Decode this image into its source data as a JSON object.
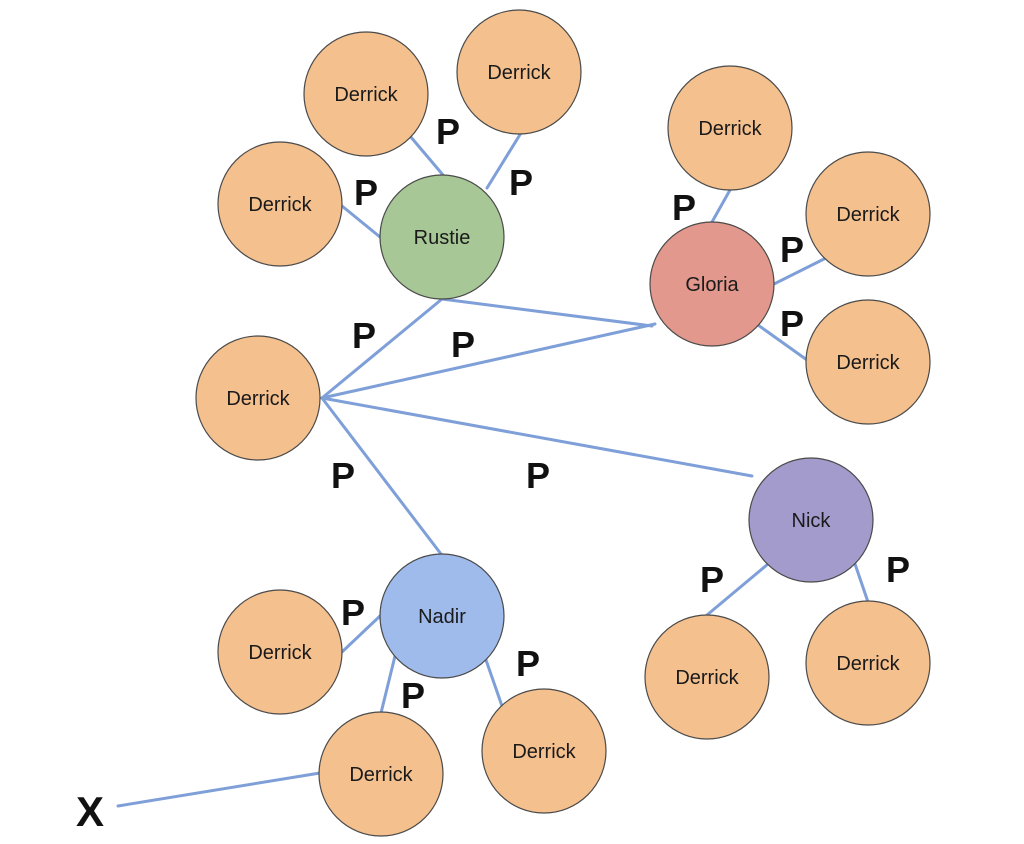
{
  "colors": {
    "edge": "#7f9fd8",
    "stroke": "#4a4a4a",
    "derrick": "#f4c08e",
    "rustie": "#a7c796",
    "gloria": "#e2988c",
    "nick": "#a49bcd",
    "nadir": "#9fbbec"
  },
  "nodes": [
    {
      "id": "derrick-center",
      "label": "Derrick",
      "kind": "derrick"
    },
    {
      "id": "rustie",
      "label": "Rustie",
      "kind": "rustie"
    },
    {
      "id": "gloria",
      "label": "Gloria",
      "kind": "gloria"
    },
    {
      "id": "nick",
      "label": "Nick",
      "kind": "nick"
    },
    {
      "id": "nadir",
      "label": "Nadir",
      "kind": "nadir"
    },
    {
      "id": "rustie-d1",
      "label": "Derrick",
      "kind": "derrick"
    },
    {
      "id": "rustie-d2",
      "label": "Derrick",
      "kind": "derrick"
    },
    {
      "id": "rustie-d3",
      "label": "Derrick",
      "kind": "derrick"
    },
    {
      "id": "gloria-d1",
      "label": "Derrick",
      "kind": "derrick"
    },
    {
      "id": "gloria-d2",
      "label": "Derrick",
      "kind": "derrick"
    },
    {
      "id": "gloria-d3",
      "label": "Derrick",
      "kind": "derrick"
    },
    {
      "id": "nick-d1",
      "label": "Derrick",
      "kind": "derrick"
    },
    {
      "id": "nick-d2",
      "label": "Derrick",
      "kind": "derrick"
    },
    {
      "id": "nadir-d1",
      "label": "Derrick",
      "kind": "derrick"
    },
    {
      "id": "nadir-d2",
      "label": "Derrick",
      "kind": "derrick"
    },
    {
      "id": "nadir-d3",
      "label": "Derrick",
      "kind": "derrick"
    }
  ],
  "edges": [
    {
      "from": "derrick-center",
      "to": "rustie",
      "label": "P"
    },
    {
      "from": "derrick-center",
      "to": "gloria",
      "label": "P"
    },
    {
      "from": "derrick-center",
      "to": "nick",
      "label": "P"
    },
    {
      "from": "derrick-center",
      "to": "nadir",
      "label": "P"
    },
    {
      "from": "rustie",
      "to": "gloria",
      "label": ""
    },
    {
      "from": "rustie",
      "to": "rustie-d1",
      "label": "P"
    },
    {
      "from": "rustie",
      "to": "rustie-d2",
      "label": "P"
    },
    {
      "from": "rustie",
      "to": "rustie-d3",
      "label": "P"
    },
    {
      "from": "gloria",
      "to": "gloria-d1",
      "label": "P"
    },
    {
      "from": "gloria",
      "to": "gloria-d2",
      "label": "P"
    },
    {
      "from": "gloria",
      "to": "gloria-d3",
      "label": "P"
    },
    {
      "from": "nick",
      "to": "nick-d1",
      "label": "P"
    },
    {
      "from": "nick",
      "to": "nick-d2",
      "label": "P"
    },
    {
      "from": "nadir",
      "to": "nadir-d1",
      "label": "P"
    },
    {
      "from": "nadir",
      "to": "nadir-d2",
      "label": "P"
    },
    {
      "from": "nadir",
      "to": "nadir-d3",
      "label": "P"
    },
    {
      "from": "nadir-d2",
      "to": "x",
      "label": ""
    }
  ],
  "external": {
    "id": "x",
    "label": "X"
  }
}
